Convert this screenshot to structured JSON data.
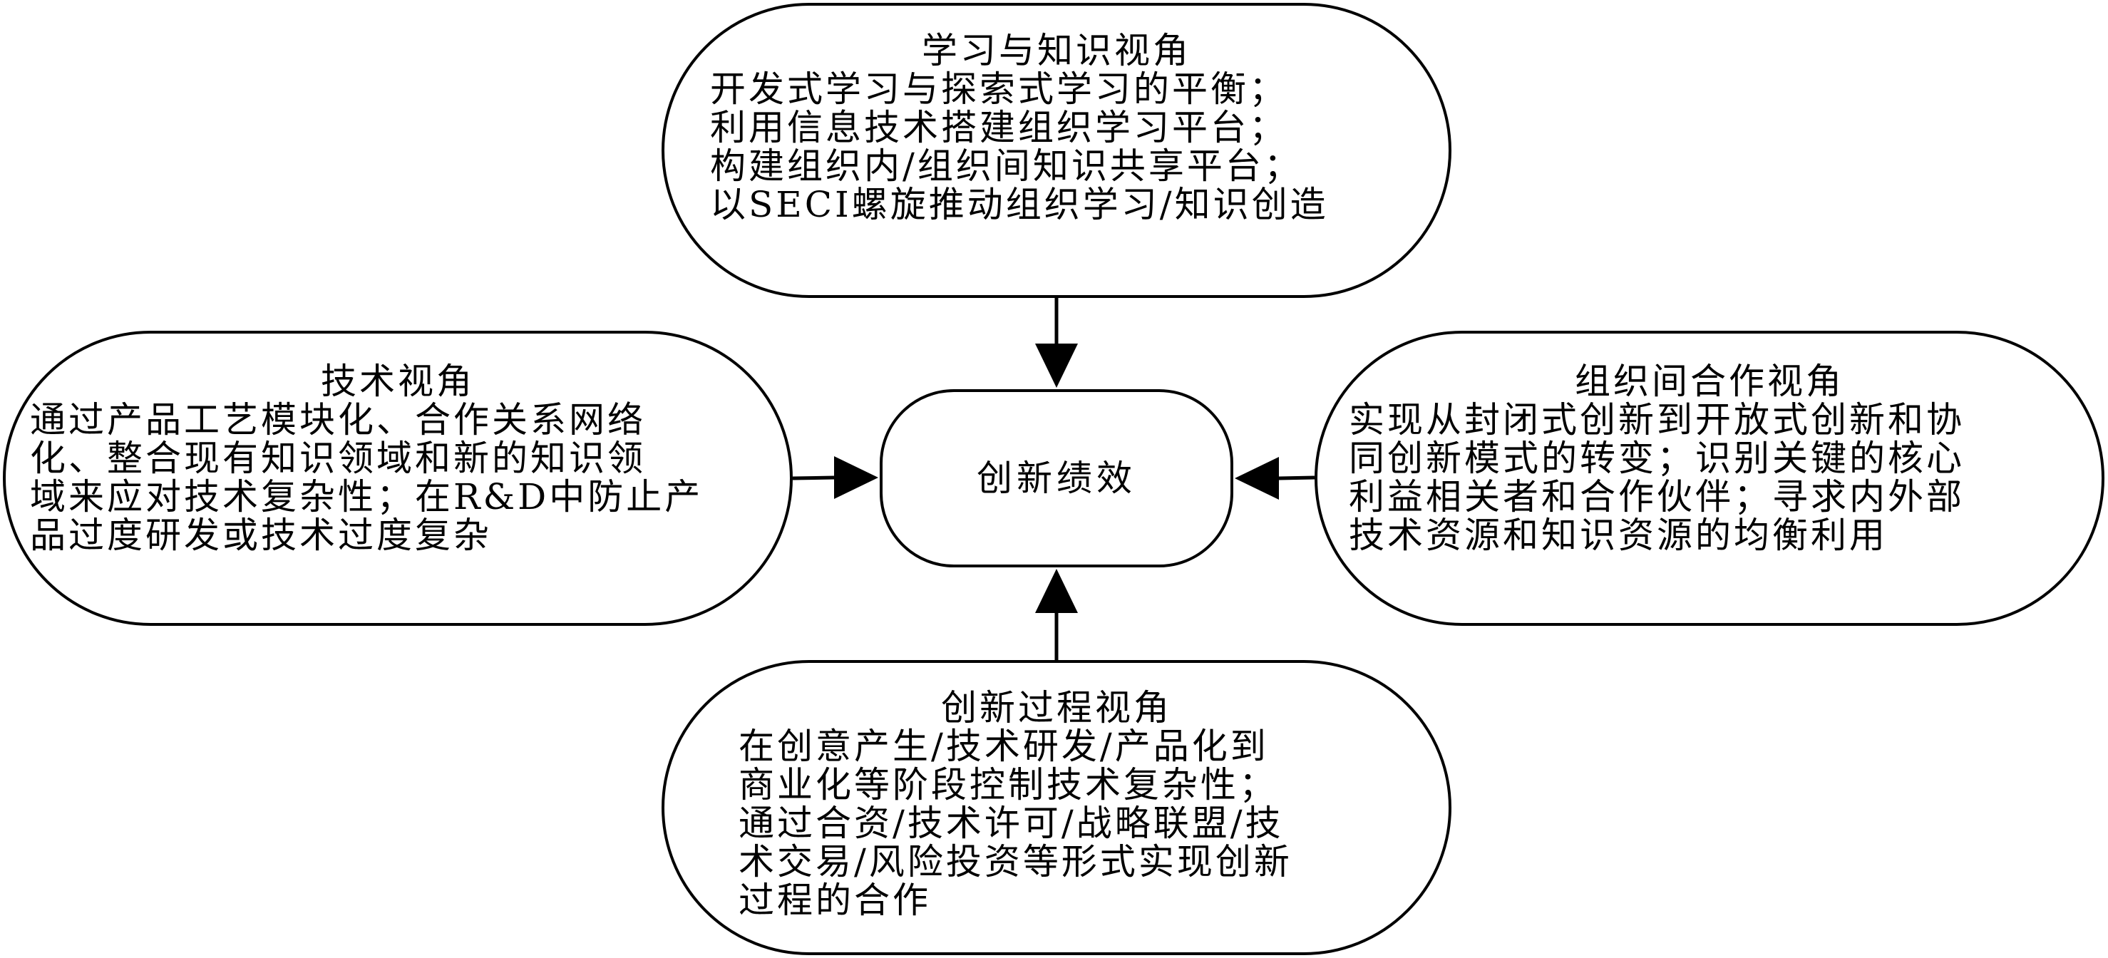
{
  "center": {
    "label": "创新绩效"
  },
  "top": {
    "title": "学习与知识视角",
    "lines": [
      "开发式学习与探索式学习的平衡；",
      "利用信息技术搭建组织学习平台；",
      "构建组织内/组织间知识共享平台；",
      "以SECI螺旋推动组织学习/知识创造"
    ]
  },
  "left": {
    "title": "技术视角",
    "lines": [
      "通过产品工艺模块化、合作关系网络",
      "化、整合现有知识领域和新的知识领",
      "域来应对技术复杂性；在R&D中防止产",
      "品过度研发或技术过度复杂"
    ]
  },
  "right": {
    "title": "组织间合作视角",
    "lines": [
      "实现从封闭式创新到开放式创新和协",
      "同创新模式的转变；识别关键的核心",
      "利益相关者和合作伙伴；寻求内外部",
      "技术资源和知识资源的均衡利用"
    ]
  },
  "bottom": {
    "title": "创新过程视角",
    "lines": [
      "在创意产生/技术研发/产品化到",
      "商业化等阶段控制技术复杂性；",
      "通过合资/技术许可/战略联盟/技",
      "术交易/风险投资等形式实现创新",
      "过程的合作"
    ]
  },
  "colors": {
    "stroke": "#000000",
    "fill": "#ffffff"
  }
}
